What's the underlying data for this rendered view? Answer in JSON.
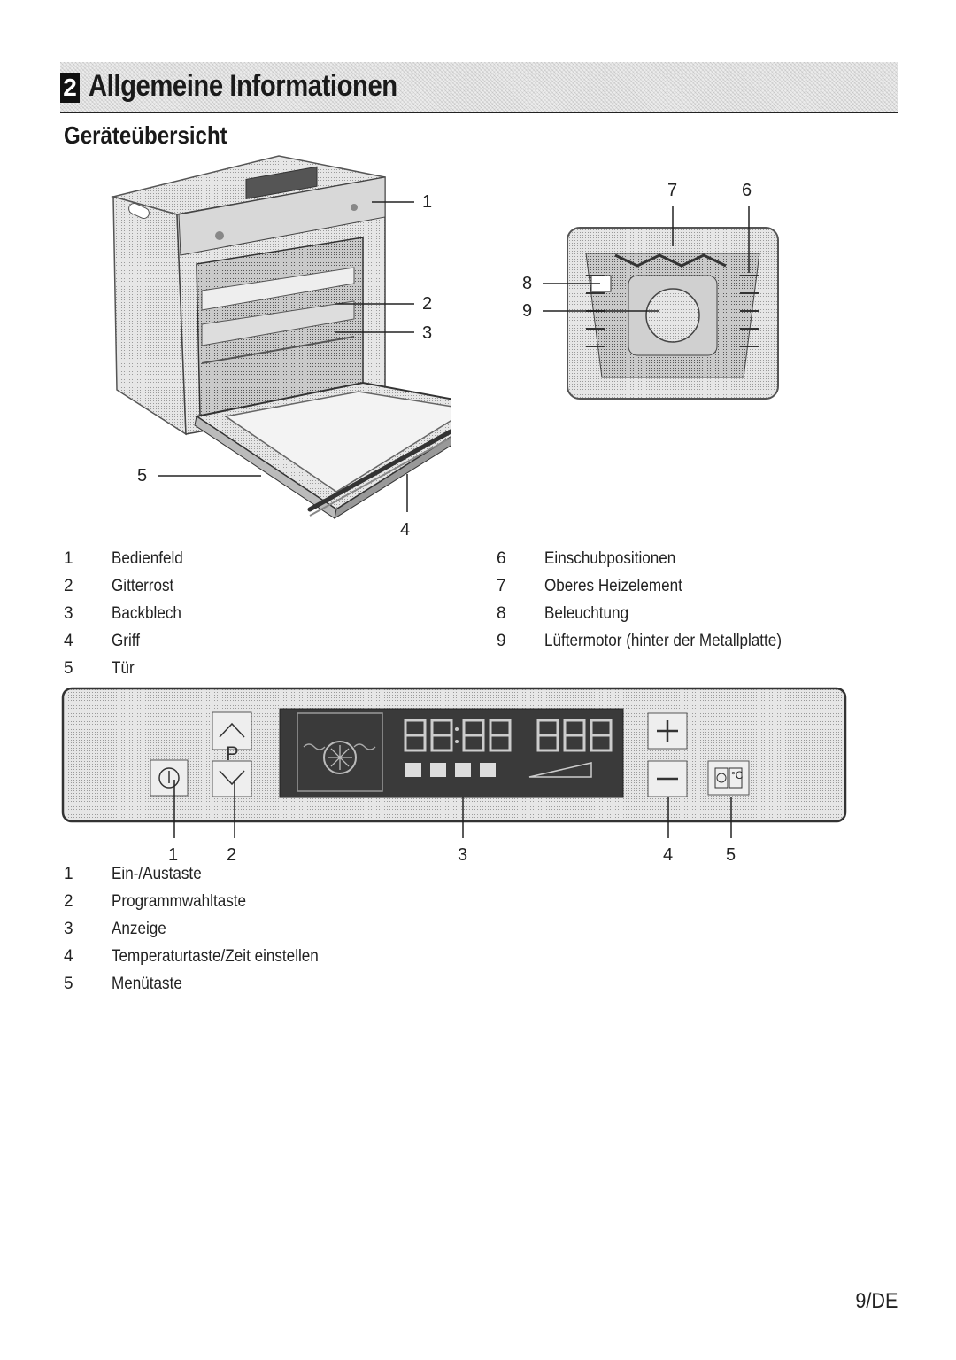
{
  "header": {
    "section_number": "2",
    "section_title": "Allgemeine Informationen"
  },
  "subsection": {
    "title": "Geräteübersicht"
  },
  "oven_figure": {
    "callouts": [
      "1",
      "2",
      "3",
      "4",
      "5"
    ]
  },
  "interior_figure": {
    "callouts": [
      "7",
      "6",
      "8",
      "9"
    ]
  },
  "appliance_legend": {
    "left": [
      {
        "num": "1",
        "label": "Bedienfeld"
      },
      {
        "num": "2",
        "label": "Gitterrost"
      },
      {
        "num": "3",
        "label": "Backblech"
      },
      {
        "num": "4",
        "label": "Griff"
      },
      {
        "num": "5",
        "label": "Tür"
      }
    ],
    "right": [
      {
        "num": "6",
        "label": "Einschubpositionen"
      },
      {
        "num": "7",
        "label": "Oberes Heizelement"
      },
      {
        "num": "8",
        "label": "Beleuchtung"
      },
      {
        "num": "9",
        "label": "Lüftermotor (hinter der Metallplatte)"
      }
    ]
  },
  "control_panel_figure": {
    "button_p_label": "P",
    "celsius_symbol": "°C",
    "callouts": [
      "1",
      "2",
      "3",
      "4",
      "5"
    ]
  },
  "panel_legend": [
    {
      "num": "1",
      "label": "Ein-/Austaste"
    },
    {
      "num": "2",
      "label": "Programmwahltaste"
    },
    {
      "num": "3",
      "label": "Anzeige"
    },
    {
      "num": "4",
      "label": "Temperaturtaste/Zeit einstellen"
    },
    {
      "num": "5",
      "label": "Menütaste"
    }
  ],
  "footer": {
    "page_number": "9/DE"
  }
}
